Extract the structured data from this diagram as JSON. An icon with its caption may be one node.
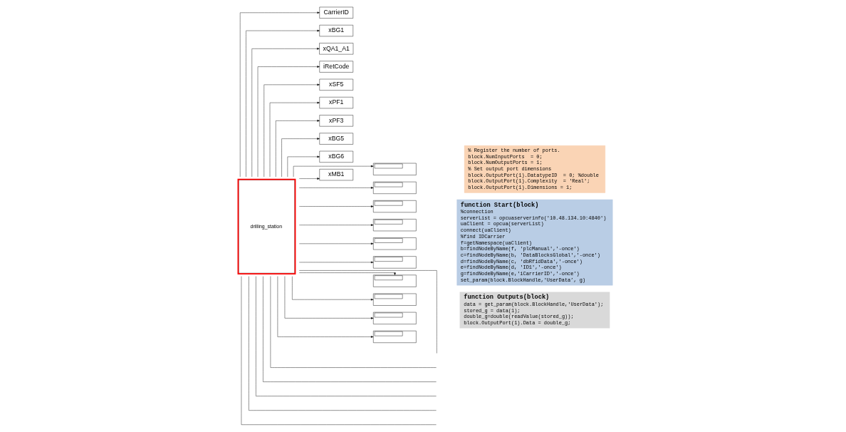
{
  "diagram": {
    "nodes": [
      {
        "text": [
          "drilling_station"
        ]
      },
      {
        "text": [
          "CarrierID"
        ]
      },
      {
        "text": [
          "xBG1"
        ]
      },
      {
        "text": [
          "xQA1_A1"
        ]
      },
      {
        "text": [
          "iRetCode"
        ]
      },
      {
        "text": [
          "xSF5"
        ]
      },
      {
        "text": [
          "xPF1"
        ]
      },
      {
        "text": [
          "xPF3"
        ]
      },
      {
        "text": [
          "xBG5"
        ]
      },
      {
        "text": [
          "xBG6"
        ]
      },
      {
        "text": [
          "xMB1"
        ]
      },
      {
        "text": [],
        "shape": "box"
      },
      {
        "text": [],
        "shape": "box"
      },
      {
        "text": [],
        "shape": "box"
      },
      {
        "text": [],
        "shape": "box"
      },
      {
        "text": [],
        "shape": "box"
      },
      {
        "text": [],
        "shape": "box"
      },
      {
        "text": [],
        "shape": "box"
      },
      {
        "text": [],
        "shape": "box"
      },
      {
        "text": [],
        "shape": "box"
      },
      {
        "text": [],
        "shape": "box"
      },
      {
        "text": [
          "% Register the number of ports.",
          "block.NumInputPorts  = 0;",
          "block.NumOutputPorts = 1;",
          "% Set output port dimensions",
          "block.OutputPort(1).DatatypeID  = 0; %double",
          "block.OutputPort(1).Complexity  = 'Real';",
          "block.OutputPort(1).Dimensions = 1;"
        ]
      },
      {
        "text": [
          "function Start(block)",
          "%connection",
          "serverList = opcuaserverinfo('10.48.134.10:4840')",
          "uaClient = opcua(serverList)",
          "connect(uaClient)",
          "%find IDCarrier",
          "f=getNamespace(uaClient)",
          "b=findNodeByName(f, 'plcManual','-once')",
          "c=findNodeByName(b, 'DataBlocksGlobal','-once')",
          "d=findNodeByName(c, 'dbRfidData','-once')",
          "e=findNodeByName(d, 'ID1','-once')",
          "g=findNodeByName(e,'iCarrierID','-once’)",
          "set_param(block.BlockHandle,'UserData’, g)"
        ]
      },
      {
        "text": [
          "function Outputs(block)",
          "data = get_param(block.BlockHandle,'UserData');",
          "stored_g = data(1);",
          "double_g=double(readValue(stored_g));",
          "block.OutputPort(1).Data = double_g;"
        ]
      }
    ],
    "edges": [
      {
        "from": 0,
        "to": 1,
        "arrow": "to"
      },
      {
        "from": 0,
        "to": 11,
        "arrow": "to"
      },
      {
        "from": 0,
        "to": 2,
        "arrow": "to"
      },
      {
        "from": 0,
        "to": 12,
        "arrow": "to"
      },
      {
        "from": 0,
        "to": 3,
        "arrow": "to"
      },
      {
        "from": 0,
        "to": 13,
        "arrow": "to"
      },
      {
        "from": 0,
        "to": 4,
        "arrow": "to"
      },
      {
        "from": 0,
        "to": 14,
        "arrow": "to"
      },
      {
        "from": 0,
        "to": 5,
        "arrow": "to"
      },
      {
        "from": 0,
        "to": 15,
        "arrow": "to"
      },
      {
        "from": 0,
        "to": 6,
        "arrow": "to"
      },
      {
        "from": 0,
        "to": 16,
        "arrow": "to"
      },
      {
        "from": 0,
        "to": 7,
        "arrow": "to"
      },
      {
        "from": 0,
        "to": 17,
        "arrow": "to"
      },
      {
        "from": 0,
        "to": 8,
        "arrow": "to"
      },
      {
        "from": 0,
        "to": 18,
        "arrow": "to"
      },
      {
        "from": 0,
        "to": 9,
        "arrow": "to"
      },
      {
        "from": 0,
        "to": 19,
        "arrow": "to"
      },
      {
        "from": 0,
        "to": 10,
        "arrow": "to"
      },
      {
        "from": 0,
        "to": 20,
        "arrow": "to"
      },
      {
        "from": 0,
        "to": null,
        "arrow": "none"
      },
      {
        "from": 0,
        "to": null,
        "arrow": "none"
      },
      {
        "from": 0,
        "to": null,
        "arrow": "none"
      },
      {
        "from": 0,
        "to": null,
        "arrow": "none"
      },
      {
        "from": 0,
        "to": null,
        "arrow": "none"
      },
      {
        "from": 0,
        "to": null,
        "arrow": "none"
      }
    ]
  }
}
